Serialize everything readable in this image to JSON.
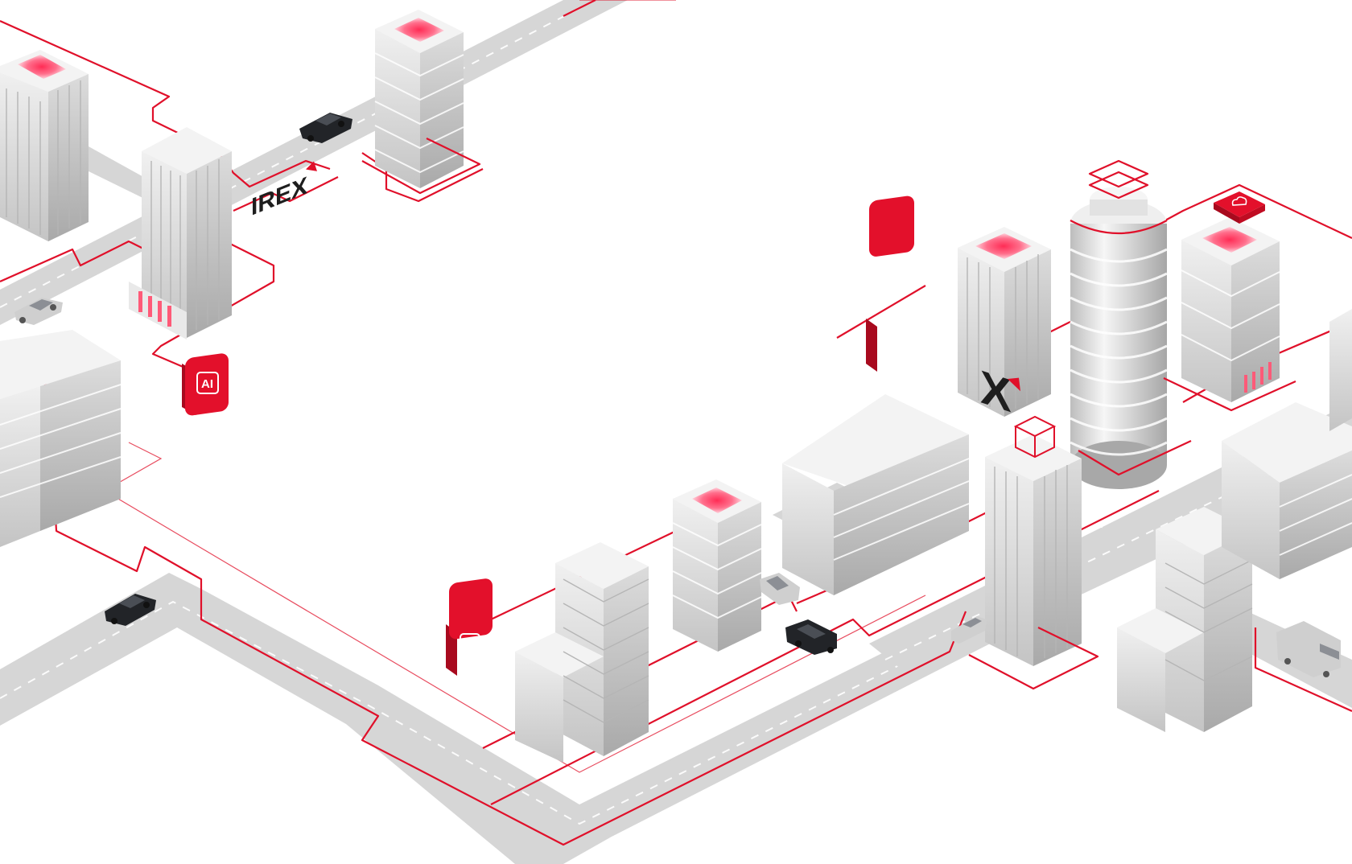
{
  "scene": {
    "background": "#ffffff",
    "accent_color": "#e0102a",
    "road_color": "#d6d6d6",
    "building_color": "#e4e4e4"
  },
  "logos": {
    "main_logo_text": "IREX",
    "secondary_logo_text": "X"
  },
  "badges": {
    "ai_label": "AI",
    "ai_icon": "ai-chip-icon",
    "video_icon": "play-icon",
    "chat_icon": "chat-bubble-icon",
    "cloud_icon": "cloud-icon"
  }
}
